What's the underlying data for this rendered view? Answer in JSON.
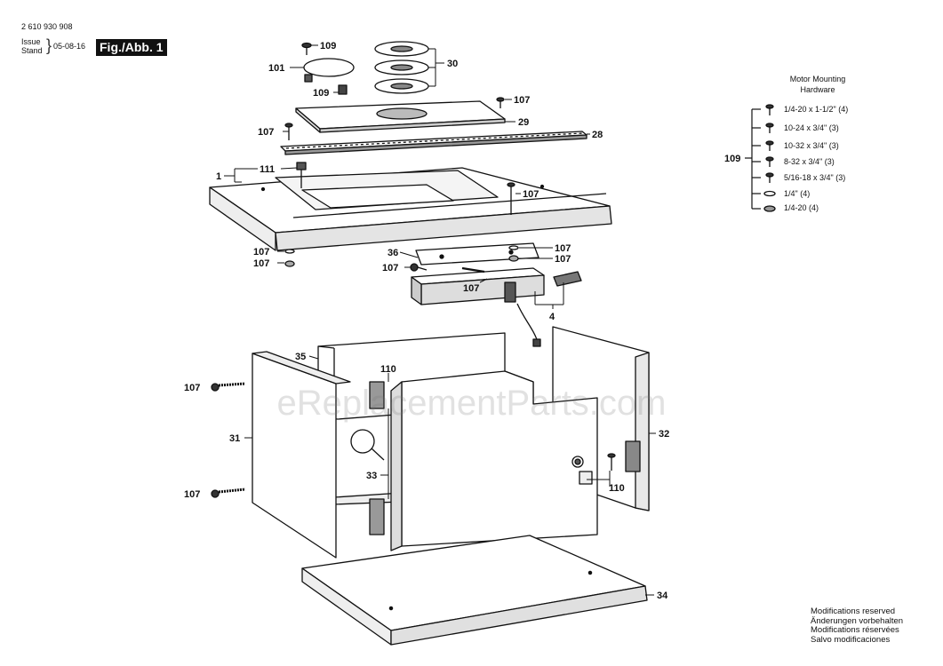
{
  "header": {
    "doc_number": "2 610 930 908",
    "issue_label": "Issue",
    "stand_label": "Stand",
    "issue_date": "05-08-16",
    "figure_tag": "Fig./Abb. 1"
  },
  "hardware_list": {
    "title_line1": "Motor Mounting",
    "title_line2": "Hardware",
    "group_label": "109",
    "items": [
      "1/4-20 x 1-1/2\" (4)",
      "10-24 x 3/4\" (3)",
      "10-32 x 3/4\" (3)",
      "8-32 x 3/4\" (3)",
      "5/16-18 x 3/4\" (3)",
      "1/4\" (4)",
      "1/4-20 (4)"
    ]
  },
  "callouts": {
    "c109a": "109",
    "c101": "101",
    "c109b": "109",
    "c30": "30",
    "c107a": "107",
    "c29": "29",
    "c107b": "107",
    "c28": "28",
    "c1": "1",
    "c111": "111",
    "c107c": "107",
    "c107d": "107",
    "c107e": "107",
    "c36": "36",
    "c107f": "107",
    "c107g": "107",
    "c107h": "107",
    "c107i": "107",
    "c4": "4",
    "c35": "35",
    "c110a": "110",
    "c107j": "107",
    "c31": "31",
    "c33": "33",
    "c32": "32",
    "c110b": "110",
    "c107k": "107",
    "c34": "34"
  },
  "watermark": "eReplacementParts.com",
  "footer": [
    "Modifications reserved",
    "Änderungen vorbehalten",
    "Modifications réservées",
    "Salvo modificaciones"
  ]
}
